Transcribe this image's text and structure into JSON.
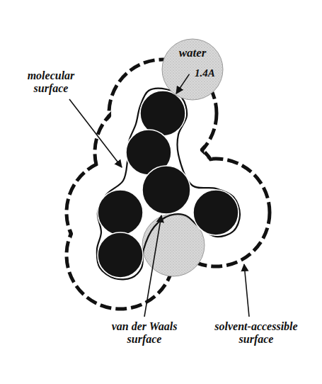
{
  "diagram": {
    "nodes": [
      {
        "text": [
          "water",
          "1.4A"
        ]
      }
    ],
    "labels": [
      "molecular surface",
      "van der Waals surface",
      "solvent-accessible surface"
    ]
  }
}
